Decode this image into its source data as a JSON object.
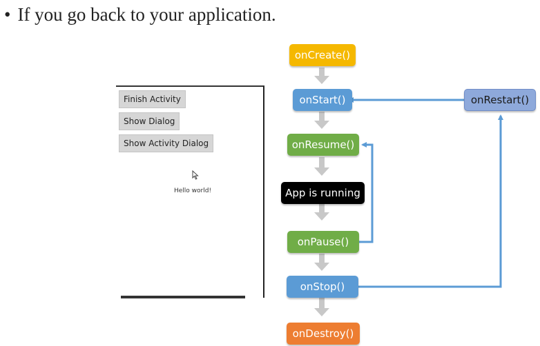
{
  "heading": {
    "bullet": "•",
    "text": "If you go back to your application."
  },
  "app_screen": {
    "buttons": [
      "Finish Activity",
      "Show Dialog",
      "Show Activity Dialog"
    ],
    "hello_text": "Hello world!"
  },
  "lifecycle": {
    "nodes": {
      "on_create": "onCreate()",
      "on_start": "onStart()",
      "on_restart": "onRestart()",
      "on_resume": "onResume()",
      "app_running": "App is running",
      "on_pause": "onPause()",
      "on_stop": "onStop()",
      "on_destroy": "onDestroy()"
    },
    "colors": {
      "create": "#f5b800",
      "start": "#5b9bd5",
      "restart": "#8ea9db",
      "resume": "#70ad47",
      "running": "#000000",
      "pause": "#70ad47",
      "stop": "#5b9bd5",
      "destroy": "#ed7d31",
      "flow_arrow": "#c8c8c8",
      "loop_arrow": "#5b9bd5"
    }
  }
}
